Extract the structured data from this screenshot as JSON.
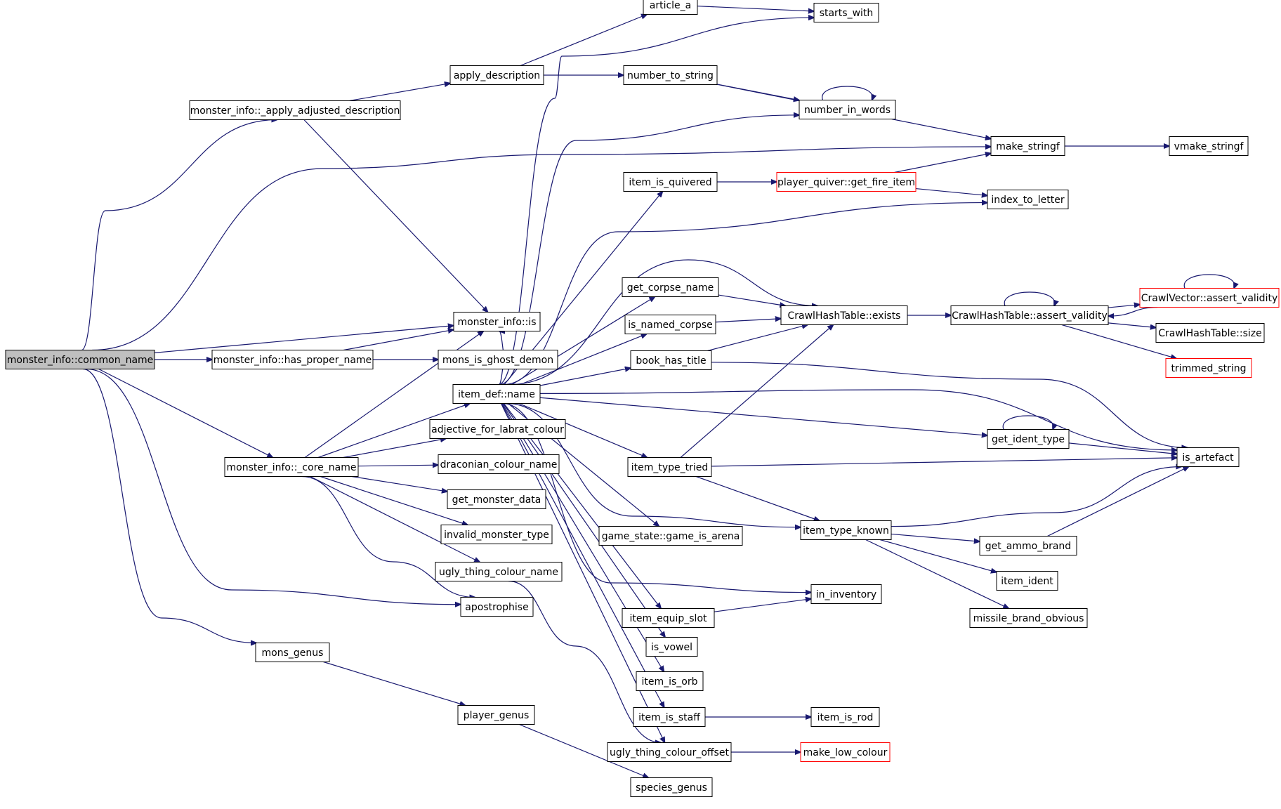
{
  "graph": {
    "type": "call-graph",
    "root": "common_name",
    "colors": {
      "edge": "#191970",
      "node_border": "#000000",
      "truncated_border": "#ff0000",
      "root_fill": "#bfbfbf"
    },
    "nodes": [
      {
        "id": "common_name",
        "label": "monster_info::common_name",
        "style": "root"
      },
      {
        "id": "apply_adjusted",
        "label": "monster_info::_apply_adjusted_description",
        "style": "normal"
      },
      {
        "id": "has_proper_name",
        "label": "monster_info::has_proper_name",
        "style": "normal"
      },
      {
        "id": "core_name",
        "label": "monster_info::_core_name",
        "style": "normal"
      },
      {
        "id": "mons_genus",
        "label": "mons_genus",
        "style": "normal"
      },
      {
        "id": "apply_description",
        "label": "apply_description",
        "style": "normal"
      },
      {
        "id": "mi_is",
        "label": "monster_info::is",
        "style": "normal"
      },
      {
        "id": "ghost_demon",
        "label": "mons_is_ghost_demon",
        "style": "normal"
      },
      {
        "id": "item_def_name",
        "label": "item_def::name",
        "style": "normal"
      },
      {
        "id": "labrat",
        "label": "adjective_for_labrat_colour",
        "style": "normal"
      },
      {
        "id": "draconian",
        "label": "draconian_colour_name",
        "style": "normal"
      },
      {
        "id": "get_monster_data",
        "label": "get_monster_data",
        "style": "normal"
      },
      {
        "id": "invalid_mt",
        "label": "invalid_monster_type",
        "style": "normal"
      },
      {
        "id": "ugly_name",
        "label": "ugly_thing_colour_name",
        "style": "normal"
      },
      {
        "id": "apostrophise",
        "label": "apostrophise",
        "style": "normal"
      },
      {
        "id": "player_genus",
        "label": "player_genus",
        "style": "normal"
      },
      {
        "id": "article_a",
        "label": "article_a",
        "style": "normal"
      },
      {
        "id": "starts_with",
        "label": "starts_with",
        "style": "normal"
      },
      {
        "id": "number_to_string",
        "label": "number_to_string",
        "style": "normal"
      },
      {
        "id": "number_in_words",
        "label": "number_in_words",
        "style": "normal"
      },
      {
        "id": "make_stringf",
        "label": "make_stringf",
        "style": "normal"
      },
      {
        "id": "vmake_stringf",
        "label": "vmake_stringf",
        "style": "normal"
      },
      {
        "id": "item_is_quivered",
        "label": "item_is_quivered",
        "style": "normal"
      },
      {
        "id": "get_fire_item",
        "label": "player_quiver::get_fire_item",
        "style": "truncated"
      },
      {
        "id": "index_to_letter",
        "label": "index_to_letter",
        "style": "normal"
      },
      {
        "id": "get_corpse_name",
        "label": "get_corpse_name",
        "style": "normal"
      },
      {
        "id": "is_named_corpse",
        "label": "is_named_corpse",
        "style": "normal"
      },
      {
        "id": "book_has_title",
        "label": "book_has_title",
        "style": "normal"
      },
      {
        "id": "cht_exists",
        "label": "CrawlHashTable::exists",
        "style": "normal"
      },
      {
        "id": "cht_assert",
        "label": "CrawlHashTable::assert_validity",
        "style": "normal"
      },
      {
        "id": "cv_assert",
        "label": "CrawlVector::assert_validity",
        "style": "truncated"
      },
      {
        "id": "cht_size",
        "label": "CrawlHashTable::size",
        "style": "normal"
      },
      {
        "id": "trimmed_string",
        "label": "trimmed_string",
        "style": "truncated"
      },
      {
        "id": "get_ident_type",
        "label": "get_ident_type",
        "style": "normal"
      },
      {
        "id": "is_artefact",
        "label": "is_artefact",
        "style": "normal"
      },
      {
        "id": "item_type_tried",
        "label": "item_type_tried",
        "style": "normal"
      },
      {
        "id": "item_type_known",
        "label": "item_type_known",
        "style": "normal"
      },
      {
        "id": "game_is_arena",
        "label": "game_state::game_is_arena",
        "style": "normal"
      },
      {
        "id": "get_ammo_brand",
        "label": "get_ammo_brand",
        "style": "normal"
      },
      {
        "id": "item_ident",
        "label": "item_ident",
        "style": "normal"
      },
      {
        "id": "missile_brand",
        "label": "missile_brand_obvious",
        "style": "normal"
      },
      {
        "id": "in_inventory",
        "label": "in_inventory",
        "style": "normal"
      },
      {
        "id": "item_equip_slot",
        "label": "item_equip_slot",
        "style": "normal"
      },
      {
        "id": "is_vowel",
        "label": "is_vowel",
        "style": "normal"
      },
      {
        "id": "item_is_orb",
        "label": "item_is_orb",
        "style": "normal"
      },
      {
        "id": "item_is_staff",
        "label": "item_is_staff",
        "style": "normal"
      },
      {
        "id": "item_is_rod",
        "label": "item_is_rod",
        "style": "normal"
      },
      {
        "id": "ugly_offset",
        "label": "ugly_thing_colour_offset",
        "style": "normal"
      },
      {
        "id": "make_low_colour",
        "label": "make_low_colour",
        "style": "truncated"
      },
      {
        "id": "species_genus",
        "label": "species_genus",
        "style": "normal"
      }
    ],
    "edges": [
      [
        "common_name",
        "apply_adjusted"
      ],
      [
        "common_name",
        "make_stringf"
      ],
      [
        "common_name",
        "mi_is"
      ],
      [
        "common_name",
        "has_proper_name"
      ],
      [
        "common_name",
        "core_name"
      ],
      [
        "common_name",
        "apostrophise"
      ],
      [
        "common_name",
        "mons_genus"
      ],
      [
        "apply_adjusted",
        "apply_description"
      ],
      [
        "apply_adjusted",
        "mi_is"
      ],
      [
        "apply_description",
        "article_a"
      ],
      [
        "apply_description",
        "number_to_string"
      ],
      [
        "article_a",
        "starts_with"
      ],
      [
        "number_to_string",
        "number_in_words"
      ],
      [
        "number_to_string",
        "make_stringf"
      ],
      [
        "number_in_words",
        "number_in_words"
      ],
      [
        "make_stringf",
        "vmake_stringf"
      ],
      [
        "has_proper_name",
        "mi_is"
      ],
      [
        "has_proper_name",
        "ghost_demon"
      ],
      [
        "core_name",
        "mi_is"
      ],
      [
        "core_name",
        "item_def_name"
      ],
      [
        "core_name",
        "labrat"
      ],
      [
        "core_name",
        "draconian"
      ],
      [
        "core_name",
        "get_monster_data"
      ],
      [
        "core_name",
        "invalid_mt"
      ],
      [
        "core_name",
        "ugly_name"
      ],
      [
        "core_name",
        "apostrophise"
      ],
      [
        "ugly_name",
        "ugly_offset"
      ],
      [
        "mons_genus",
        "player_genus"
      ],
      [
        "player_genus",
        "species_genus"
      ],
      [
        "item_def_name",
        "starts_with"
      ],
      [
        "item_def_name",
        "number_in_words"
      ],
      [
        "item_def_name",
        "item_is_quivered"
      ],
      [
        "item_def_name",
        "index_to_letter"
      ],
      [
        "item_def_name",
        "cht_exists"
      ],
      [
        "item_def_name",
        "get_corpse_name"
      ],
      [
        "item_def_name",
        "is_named_corpse"
      ],
      [
        "item_def_name",
        "book_has_title"
      ],
      [
        "item_def_name",
        "is_artefact"
      ],
      [
        "item_def_name",
        "get_ident_type"
      ],
      [
        "item_def_name",
        "item_type_tried"
      ],
      [
        "item_def_name",
        "item_type_known"
      ],
      [
        "item_def_name",
        "game_is_arena"
      ],
      [
        "item_def_name",
        "in_inventory"
      ],
      [
        "item_def_name",
        "item_equip_slot"
      ],
      [
        "item_def_name",
        "is_vowel"
      ],
      [
        "item_def_name",
        "item_is_orb"
      ],
      [
        "item_def_name",
        "item_is_staff"
      ],
      [
        "item_def_name",
        "ugly_offset"
      ],
      [
        "item_def_name",
        "mi_is"
      ],
      [
        "item_is_quivered",
        "get_fire_item"
      ],
      [
        "get_fire_item",
        "make_stringf"
      ],
      [
        "get_fire_item",
        "index_to_letter"
      ],
      [
        "get_corpse_name",
        "cht_exists"
      ],
      [
        "is_named_corpse",
        "cht_exists"
      ],
      [
        "book_has_title",
        "cht_exists"
      ],
      [
        "book_has_title",
        "is_artefact"
      ],
      [
        "cht_exists",
        "cht_assert"
      ],
      [
        "cht_assert",
        "cht_assert"
      ],
      [
        "cht_assert",
        "cv_assert"
      ],
      [
        "cht_assert",
        "cht_size"
      ],
      [
        "cht_assert",
        "trimmed_string"
      ],
      [
        "cv_assert",
        "cv_assert"
      ],
      [
        "cv_assert",
        "cht_assert"
      ],
      [
        "get_ident_type",
        "get_ident_type"
      ],
      [
        "get_ident_type",
        "is_artefact"
      ],
      [
        "item_type_tried",
        "cht_exists"
      ],
      [
        "item_type_tried",
        "is_artefact"
      ],
      [
        "item_type_tried",
        "item_type_known"
      ],
      [
        "item_type_known",
        "is_artefact"
      ],
      [
        "item_type_known",
        "get_ammo_brand"
      ],
      [
        "item_type_known",
        "item_ident"
      ],
      [
        "item_type_known",
        "missile_brand"
      ],
      [
        "get_ammo_brand",
        "is_artefact"
      ],
      [
        "item_equip_slot",
        "in_inventory"
      ],
      [
        "item_is_staff",
        "item_is_rod"
      ],
      [
        "ugly_offset",
        "make_low_colour"
      ]
    ]
  }
}
